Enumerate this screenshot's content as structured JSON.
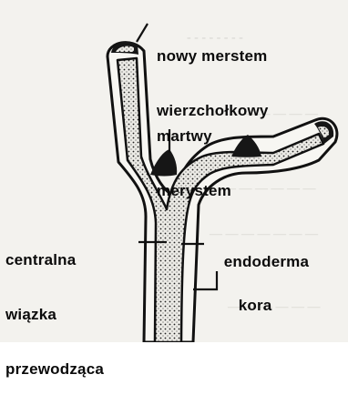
{
  "labels": {
    "new_meristem_line1": "nowy merstem",
    "new_meristem_line2": "wierzchołkowy",
    "dead_meristem_line1": "martwy",
    "dead_meristem_line2": "merystem",
    "central_bundle_line1": "centralna",
    "central_bundle_line2": "wiązka",
    "central_bundle_line3": "przewodząca",
    "endodermis": "endoderma",
    "cortex": "kora"
  },
  "colors": {
    "stroke": "#111111",
    "stele_fill": "#e9e7e1",
    "meristem_fill": "#161616"
  }
}
